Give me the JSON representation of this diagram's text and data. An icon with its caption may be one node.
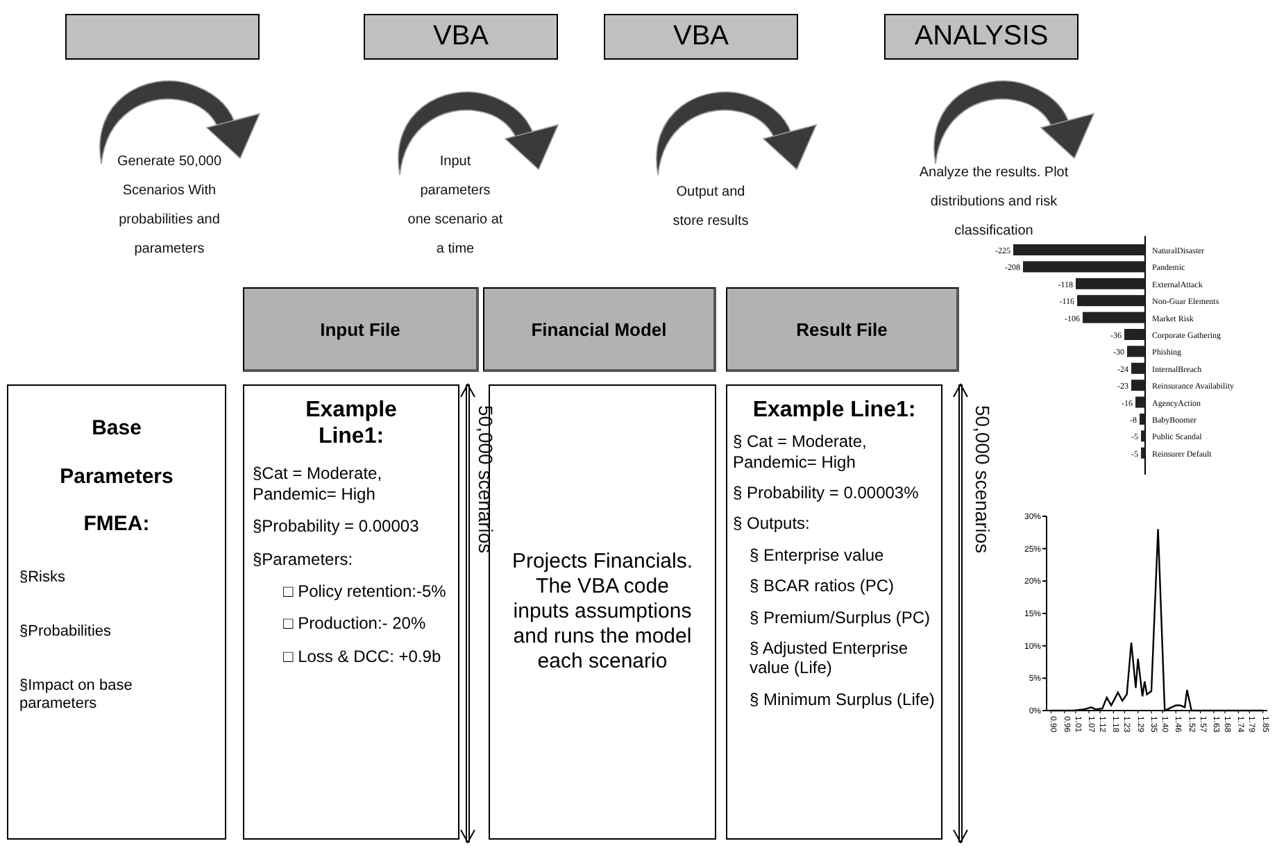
{
  "diagram": {
    "nodes": [
      {
        "text": [],
        "shape": "box"
      },
      {
        "text": [
          "VBA"
        ]
      },
      {
        "text": [
          "VBA"
        ]
      },
      {
        "text": [
          "ANALYSIS"
        ]
      },
      {
        "text": [
          "Input File"
        ]
      },
      {
        "text": [
          "Financial Model"
        ]
      },
      {
        "text": [
          "Result File"
        ]
      },
      {
        "text": [
          "Base Parameters FMEA:",
          "§Risks",
          "§Probabilities",
          "§Impact on base parameters"
        ]
      },
      {
        "text": [
          "Example Line1:",
          "§Cat = Moderate, Pandemic= High",
          "§Probability = 0.00003",
          "§Parameters:",
          "□ Policy retention:-5%",
          "□ Production:- 20%",
          "□ Loss & DCC: +0.9b"
        ]
      },
      {
        "text": [
          "Projects Financials. The VBA code inputs assumptions and runs the model each scenario"
        ]
      },
      {
        "text": [
          "Example Line1:",
          "§ Cat = Moderate, Pandemic= High",
          "§ Probability = 0.00003%",
          "§ Outputs:",
          "§ Enterprise value",
          "§ BCAR ratios (PC)",
          "§ Premium/Surplus (PC)",
          "§ Adjusted Enterprise value (Life)",
          "§ Minimum Surplus (Life)"
        ]
      }
    ],
    "edges": [],
    "labels": [
      "Generate 50,000 Scenarios With probabilities and parameters",
      "Input parameters one scenario at a time",
      "Output and store results",
      "Analyze the results. Plot distributions and risk classification",
      "50,000 scenarios",
      "50,000 scenarios",
      "-225",
      "NaturalDisaster",
      "-208",
      "Pandemic",
      "-118",
      "ExternalAttack",
      "-116",
      "Non-Guar Elements",
      "-106",
      "Market Risk",
      "-36",
      "Corporate Gathering",
      "-30",
      "Phishing",
      "-24",
      "InternalBreach",
      "-23",
      "Reinsurance Availability",
      "-16",
      "AgencyAction",
      "-8",
      "BabyBoomer",
      "-5",
      "Public Scandal",
      "-5",
      "Reinsurer Default"
    ],
    "chart_data": {
      "type": "line",
      "x": [
        0.9,
        0.95,
        1.0,
        1.05,
        1.08,
        1.1,
        1.13,
        1.15,
        1.17,
        1.2,
        1.22,
        1.24,
        1.26,
        1.28,
        1.29,
        1.31,
        1.32,
        1.33,
        1.35,
        1.38,
        1.41,
        1.44,
        1.46,
        1.48,
        1.5,
        1.51,
        1.53,
        1.6,
        1.7,
        1.85
      ],
      "series": [
        {
          "color": "#000000",
          "values": [
            0,
            0,
            0,
            0.2,
            0.5,
            0.2,
            0.3,
            2,
            0.8,
            2.8,
            1.5,
            2.5,
            10.5,
            3.5,
            8,
            2.2,
            4.5,
            2.5,
            3,
            28,
            0,
            0.5,
            0.8,
            0.8,
            0.5,
            3.2,
            0,
            0,
            0,
            0
          ]
        }
      ],
      "xlim": [
        0.88,
        1.87
      ],
      "ylim": [
        0,
        30
      ],
      "yticks": [
        {
          "value": 0,
          "label": "0%"
        },
        {
          "value": 5,
          "label": "5%"
        },
        {
          "value": 10,
          "label": "10%"
        },
        {
          "value": 15,
          "label": "15%"
        },
        {
          "value": 20,
          "label": "20%"
        },
        {
          "value": 25,
          "label": "25%"
        },
        {
          "value": 30,
          "label": "30%"
        }
      ],
      "xticks": [
        {
          "value": 0.9,
          "label": "0.90"
        },
        {
          "value": 0.96,
          "label": "0.96"
        },
        {
          "value": 1.01,
          "label": "1.01"
        },
        {
          "value": 1.07,
          "label": "1.07"
        },
        {
          "value": 1.12,
          "label": "1.12"
        },
        {
          "value": 1.18,
          "label": "1.18"
        },
        {
          "value": 1.23,
          "label": "1.23"
        },
        {
          "value": 1.29,
          "label": "1.29"
        },
        {
          "value": 1.35,
          "label": "1.35"
        },
        {
          "value": 1.4,
          "label": "1.40"
        },
        {
          "value": 1.46,
          "label": "1.46"
        },
        {
          "value": 1.52,
          "label": "1.52"
        },
        {
          "value": 1.57,
          "label": "1.57"
        },
        {
          "value": 1.63,
          "label": "1.63"
        },
        {
          "value": 1.68,
          "label": "1.68"
        },
        {
          "value": 1.74,
          "label": "1.74"
        },
        {
          "value": 1.79,
          "label": "1.79"
        },
        {
          "value": 1.85,
          "label": "1.85"
        }
      ]
    }
  }
}
